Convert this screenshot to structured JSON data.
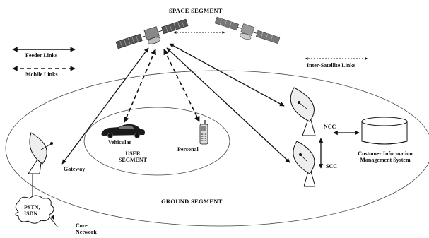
{
  "segments": {
    "space": "SPACE SEGMENT",
    "ground": "GROUND SEGMENT",
    "user_line1": "USER",
    "user_line2": "SEGMENT"
  },
  "legend": {
    "feeder": "Feeder Links",
    "mobile": "Mobile Links",
    "inter_satellite": "Inter-Satellite Links"
  },
  "nodes": {
    "vehicular": "Vehicular",
    "personal": "Personal",
    "gateway": "Gateway",
    "ncc": "NCC",
    "scc": "SCC",
    "cims_line1": "Customer Information",
    "cims_line2": "Management System",
    "pstn_line1": "PSTN,",
    "pstn_line2": "ISDN",
    "core_line1": "Core",
    "core_line2": "Network"
  },
  "colors": {
    "ink": "#111111",
    "background": "#ffffff",
    "car": "#1a1a1a",
    "satellite_panel": "#555555",
    "satellite_body": "#888888"
  }
}
